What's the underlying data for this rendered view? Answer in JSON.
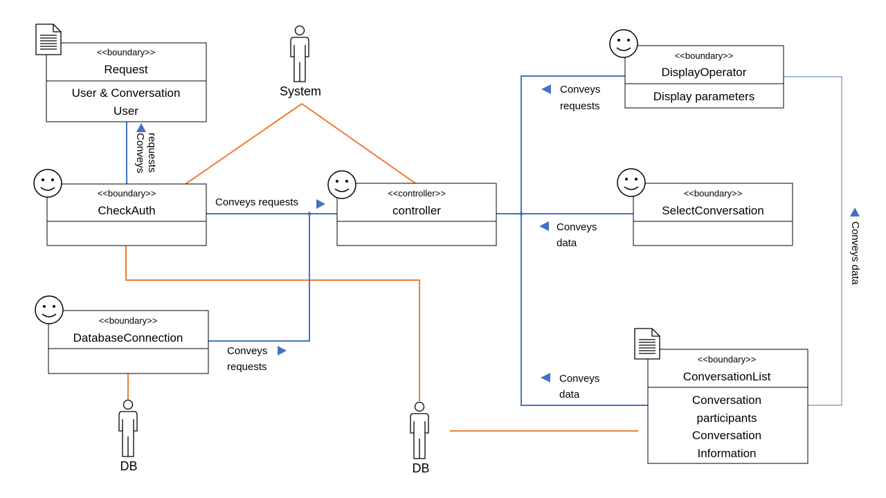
{
  "colors": {
    "flow_line": "#4472C4",
    "assoc_line": "#ED7D31",
    "box_border": "#000000",
    "arrow": "#4472C4",
    "data_line": "#6E8FC0"
  },
  "classes": {
    "request": {
      "stereotype": "<<boundary>>",
      "name": "Request",
      "attributes": [
        "User & Conversation",
        "User"
      ],
      "icon": "document-icon"
    },
    "checkauth": {
      "stereotype": "<<boundary>>",
      "name": "CheckAuth",
      "attributes": [],
      "icon": "smiley-icon"
    },
    "controller": {
      "stereotype": "<<controller>>",
      "name": "controller",
      "attributes": [],
      "icon": "smiley-icon"
    },
    "database_connection": {
      "stereotype": "<<boundary>>",
      "name": "DatabaseConnection",
      "attributes": [],
      "icon": "smiley-icon"
    },
    "display_operator": {
      "stereotype": "<<boundary>>",
      "name": "DisplayOperator",
      "attributes": [
        "Display parameters"
      ],
      "icon": "smiley-icon"
    },
    "select_conversation": {
      "stereotype": "<<boundary>>",
      "name": "SelectConversation",
      "attributes": [],
      "icon": "smiley-icon"
    },
    "conversation_list": {
      "stereotype": "<<boundary>>",
      "name": "ConversationList",
      "attributes": [
        "Conversation",
        "participants",
        "Conversation",
        "Information"
      ],
      "icon": "document-icon"
    }
  },
  "actors": {
    "system": "System",
    "db_left": "DB",
    "db_center": "DB"
  },
  "labels": {
    "request_checkauth": [
      "Conveys",
      "requests"
    ],
    "checkauth_controller": "Conveys requests",
    "db_controller": [
      "Conveys",
      "requests"
    ],
    "display_operator": [
      "Conveys",
      "requests"
    ],
    "select_conversation": [
      "Conveys",
      "data"
    ],
    "conversation_list": [
      "Conveys",
      "data"
    ],
    "right_data": "Conveys data"
  }
}
